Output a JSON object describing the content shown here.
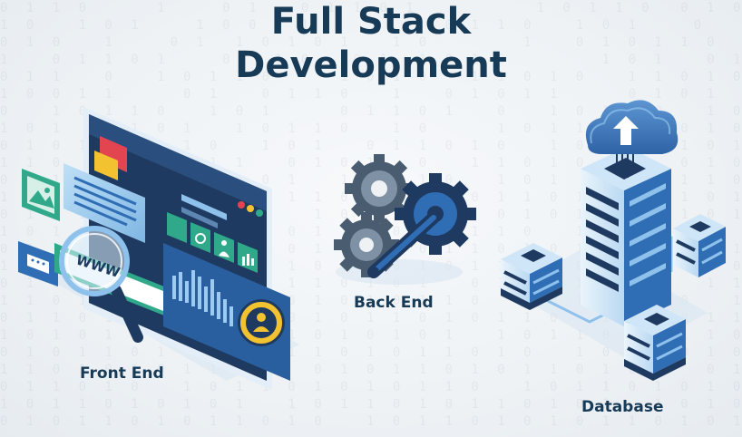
{
  "title": {
    "line1": "Full Stack",
    "line2": "Development"
  },
  "sections": {
    "front_end": "Front End",
    "back_end": "Back End",
    "database": "Database"
  },
  "browser_url_text": "WWW",
  "colors": {
    "title": "#173a57",
    "primary_blue": "#2f6db5",
    "light_blue": "#8ec2ec",
    "dark_navy": "#1f3a60",
    "teal": "#2fa98a",
    "accent_yellow": "#f2c230",
    "accent_red": "#e2454f",
    "gear_gray": "#5e6f82"
  }
}
